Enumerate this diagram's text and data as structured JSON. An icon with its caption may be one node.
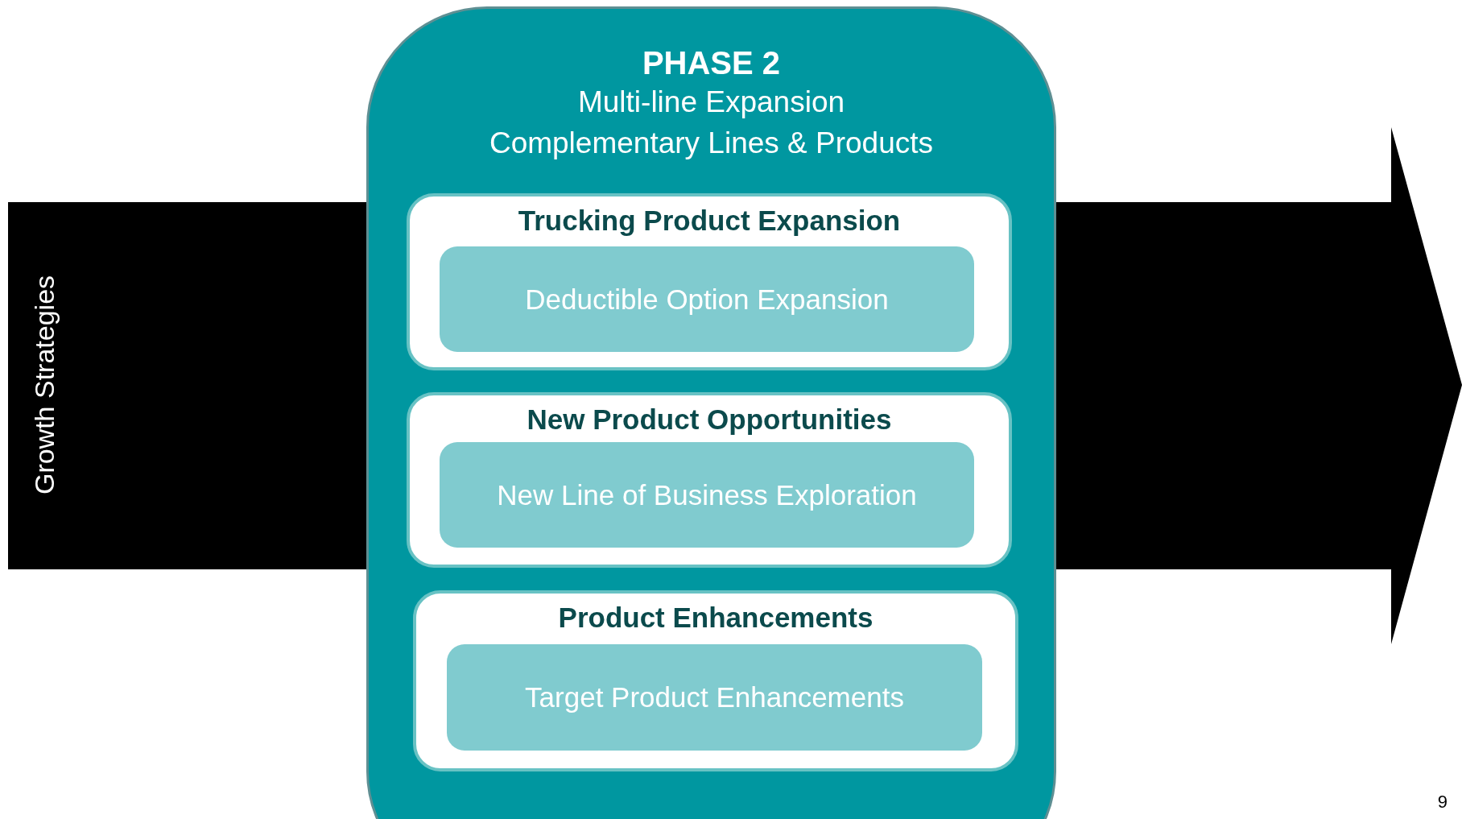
{
  "diagram": {
    "nodes": [
      {
        "text": [
          "Growth Strategies"
        ]
      },
      {
        "text": [
          "PHASE 2",
          "Multi-line Expansion",
          "Complementary Lines & Products"
        ]
      },
      {
        "text": [
          "Trucking Product Expansion"
        ]
      },
      {
        "text": [
          "Deductible Option Expansion"
        ],
        "in": 2
      },
      {
        "text": [
          "New Product Opportunities"
        ]
      },
      {
        "text": [
          "New Line of Business Exploration"
        ],
        "in": 4
      },
      {
        "text": [
          "Product Enhancements"
        ],
        "in": 1
      },
      {
        "text": [
          "Target Product Enhancements"
        ],
        "in": 6
      }
    ],
    "edges": [],
    "labels": [
      "9"
    ]
  }
}
